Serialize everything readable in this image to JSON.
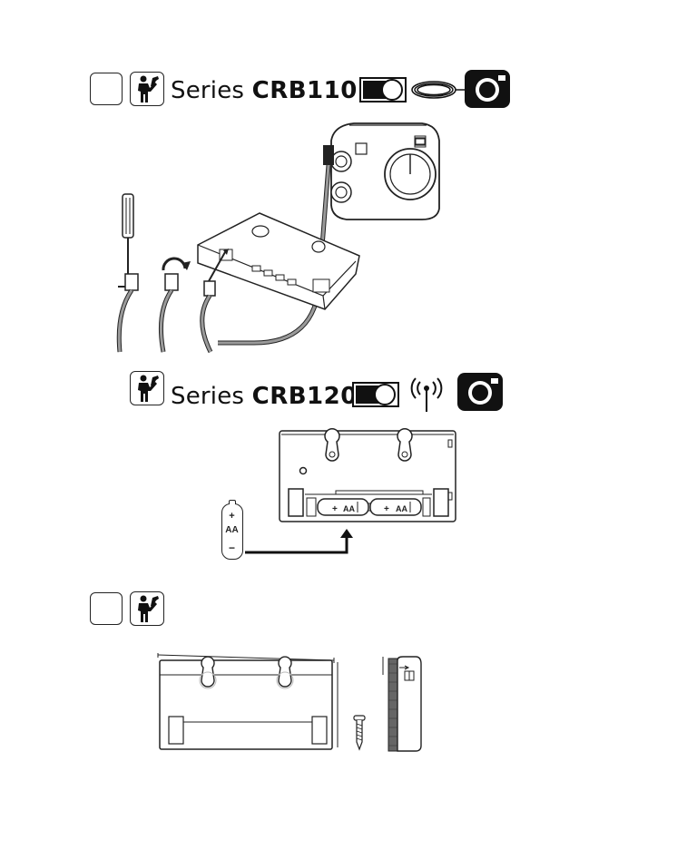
{
  "section1": {
    "series_word": "Series",
    "model": "CRB110",
    "icons": [
      "technician-icon",
      "switch-icon",
      "cable-coil-icon",
      "camera-icon"
    ]
  },
  "section2": {
    "series_word": "Series",
    "model": "CRB120",
    "icons": [
      "technician-icon",
      "switch-icon",
      "wireless-antenna-icon",
      "camera-icon"
    ],
    "battery_label": "AA",
    "battery_plus": "+",
    "battery_minus": "−",
    "compartment_battery_labels": [
      "AA",
      "AA"
    ]
  },
  "section3": {
    "icons": [
      "technician-icon"
    ]
  },
  "colors": {
    "line": "#222222",
    "cable": "#9a9a9a",
    "fill_dark": "#111111"
  }
}
